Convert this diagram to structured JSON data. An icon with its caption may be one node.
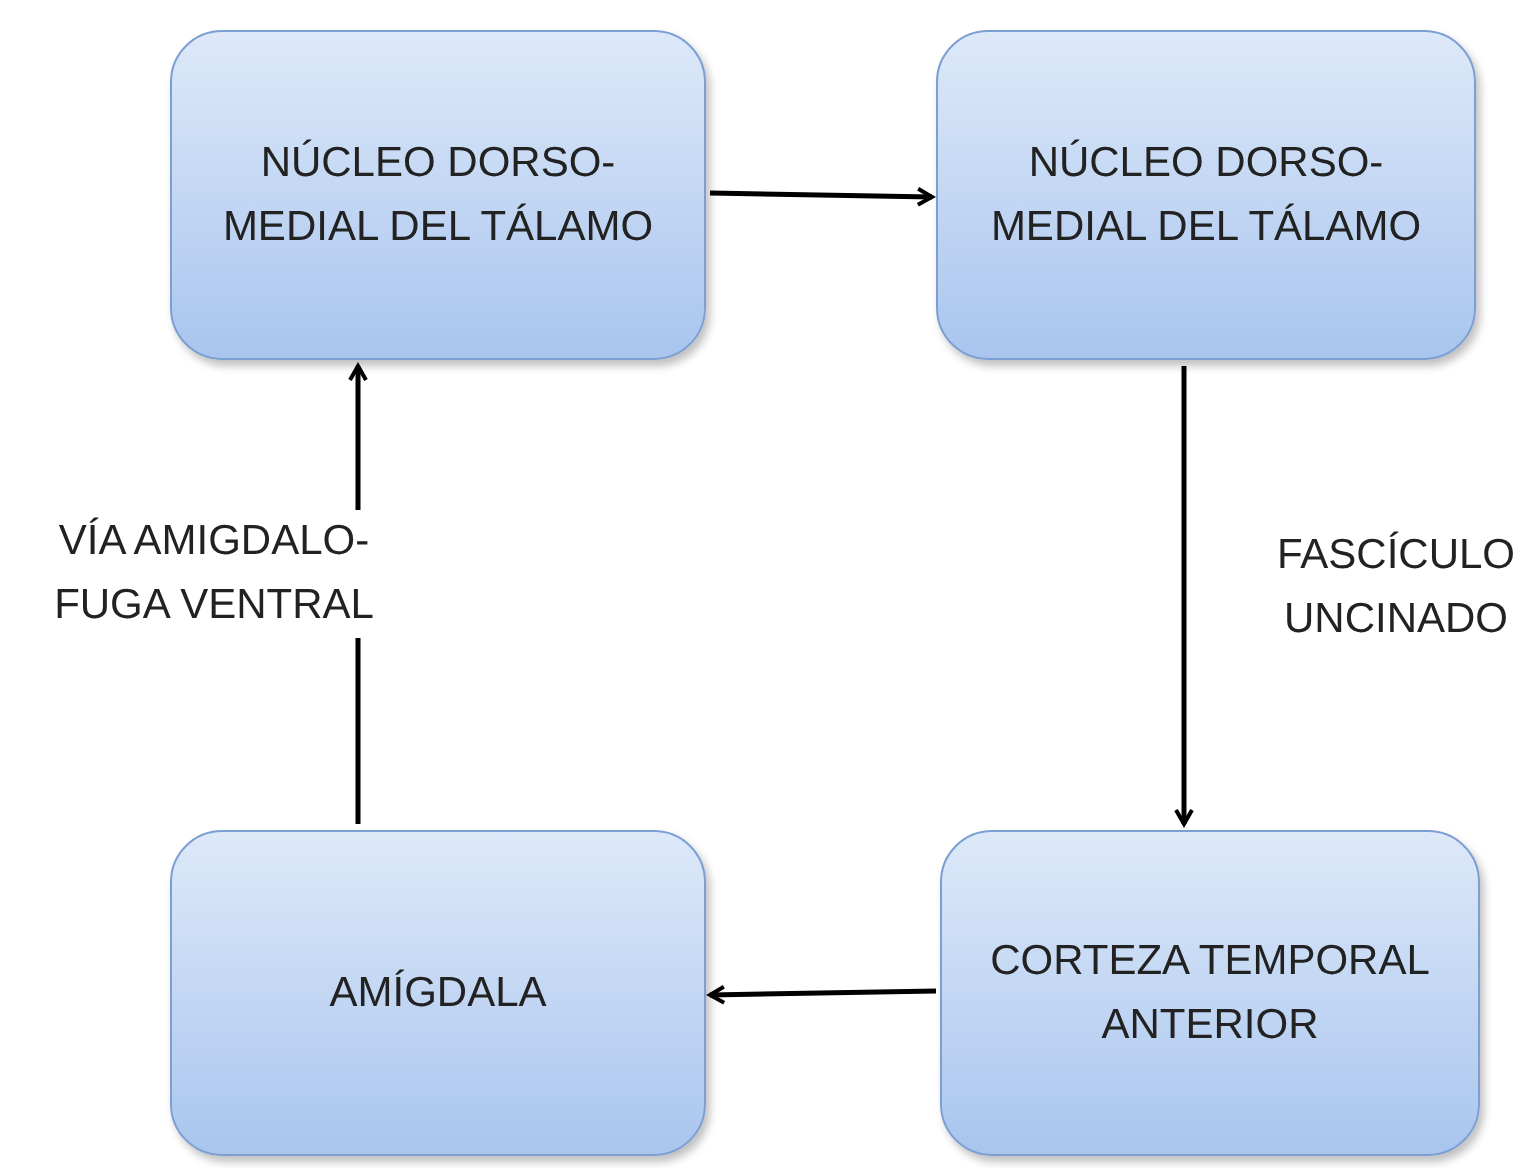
{
  "diagram": {
    "nodes": [
      {
        "text": [
          "NÚCLEO DORSO-MEDIAL DEL TÁLAMO"
        ]
      },
      {
        "text": [
          "NÚCLEO DORSO-MEDIAL DEL TÁLAMO"
        ]
      },
      {
        "text": [
          "AMÍGDALA"
        ]
      },
      {
        "text": [
          "CORTEZA TEMPORAL ANTERIOR"
        ]
      }
    ],
    "edges": [
      {
        "from": 0,
        "to": 1,
        "arrow": "to"
      },
      {
        "from": 1,
        "to": 3,
        "arrow": "to",
        "label": "FASCÍCULO UNCINADO"
      },
      {
        "from": 3,
        "to": 2,
        "arrow": "to"
      },
      {
        "from": 2,
        "to": 0,
        "arrow": "to",
        "label": "VÍA AMIGDALO-FUGA VENTRAL"
      }
    ]
  }
}
